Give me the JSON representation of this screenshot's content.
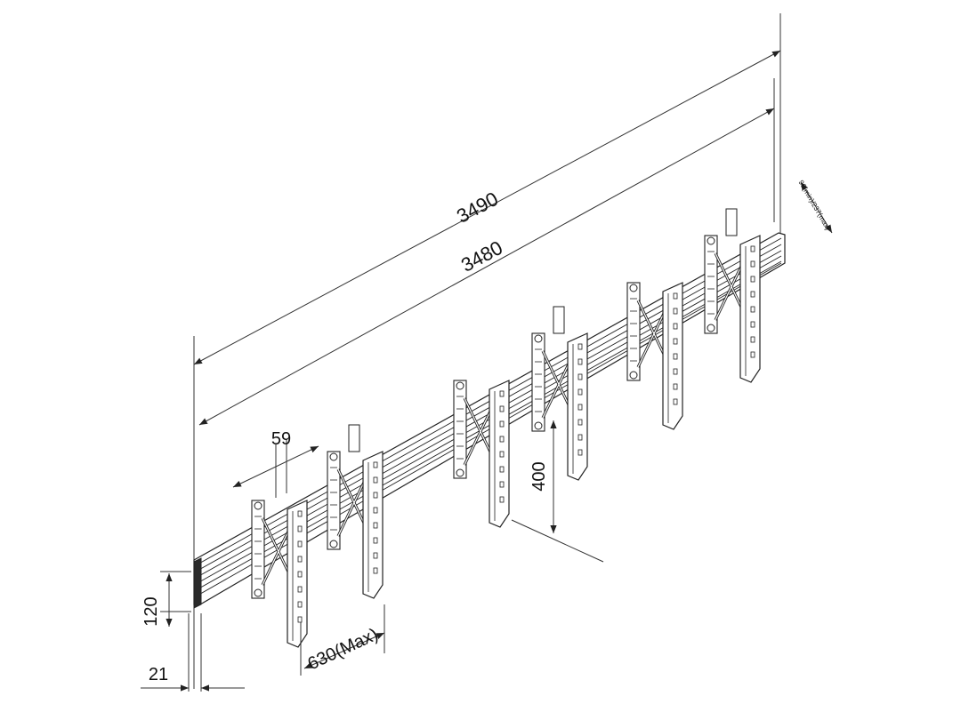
{
  "dimensions": {
    "overall_length_outer": "3490",
    "overall_length_inner": "3480",
    "bracket_width": "59",
    "vertical_height": "400",
    "rail_height": "120",
    "wall_depth": "21",
    "bracket_spacing": "630(Max)",
    "depth_adjust": "96(min)/237(max)"
  },
  "colors": {
    "line": "#222222",
    "thin_line": "#444444",
    "rail_dark": "#2a2a2a",
    "background": "#ffffff"
  }
}
